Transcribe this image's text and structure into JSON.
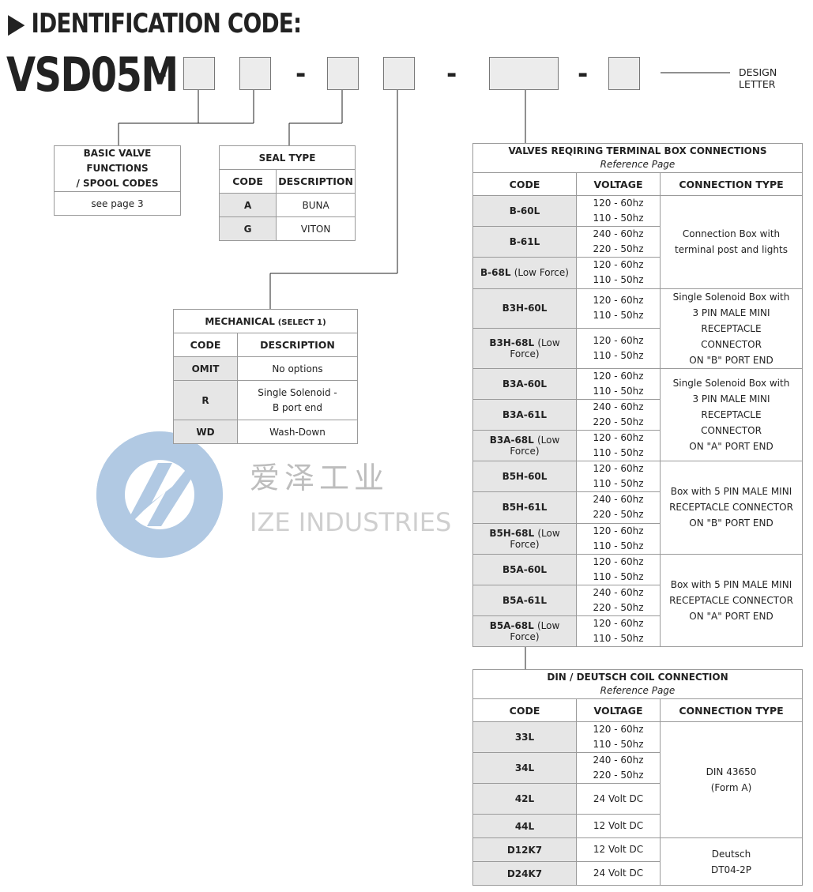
{
  "header": {
    "title": "IDENTIFICATION CODE:",
    "model": "VSD05M",
    "dash": "-",
    "design_letter": "DESIGN LETTER"
  },
  "basic": {
    "title_line1": "BASIC VALVE FUNCTIONS",
    "title_line2": "/ SPOOL CODES",
    "note": "see page 3"
  },
  "seal": {
    "title": "SEAL TYPE",
    "col_code": "CODE",
    "col_desc": "DESCRIPTION",
    "rows": [
      {
        "code": "A",
        "desc": "BUNA"
      },
      {
        "code": "G",
        "desc": "VITON"
      }
    ]
  },
  "mechanical": {
    "title": "MECHANICAL",
    "title_note": "(SELECT 1)",
    "col_code": "CODE",
    "col_desc": "DESCRIPTION",
    "rows": [
      {
        "code": "OMIT",
        "desc1": "No options",
        "desc2": ""
      },
      {
        "code": "R",
        "desc1": "Single Solenoid -",
        "desc2": "B port end"
      },
      {
        "code": "WD",
        "desc1": "Wash-Down",
        "desc2": ""
      }
    ]
  },
  "terminal": {
    "title": "VALVES REQIRING TERMINAL BOX CONNECTIONS",
    "subtitle": "Reference Page",
    "col_code": "CODE",
    "col_voltage": "VOLTAGE",
    "col_conn": "CONNECTION TYPE",
    "rows": [
      {
        "code": "B-60L",
        "suffix": "",
        "v1": "120 - 60hz",
        "v2": "110 - 50hz"
      },
      {
        "code": "B-61L",
        "suffix": "",
        "v1": "240 - 60hz",
        "v2": "220 - 50hz"
      },
      {
        "code": "B-68L",
        "suffix": "(Low Force)",
        "v1": "120 - 60hz",
        "v2": "110 - 50hz"
      },
      {
        "code": "B3H-60L",
        "suffix": "",
        "v1": "120 - 60hz",
        "v2": "110 - 50hz"
      },
      {
        "code": "B3H-68L",
        "suffix": "(Low Force)",
        "v1": "120 - 60hz",
        "v2": "110 - 50hz"
      },
      {
        "code": "B3A-60L",
        "suffix": "",
        "v1": "120 - 60hz",
        "v2": "110 - 50hz"
      },
      {
        "code": "B3A-61L",
        "suffix": "",
        "v1": "240 - 60hz",
        "v2": "220 - 50hz"
      },
      {
        "code": "B3A-68L",
        "suffix": "(Low Force)",
        "v1": "120 - 60hz",
        "v2": "110 - 50hz"
      },
      {
        "code": "B5H-60L",
        "suffix": "",
        "v1": "120 - 60hz",
        "v2": "110 - 50hz"
      },
      {
        "code": "B5H-61L",
        "suffix": "",
        "v1": "240 - 60hz",
        "v2": "220 - 50hz"
      },
      {
        "code": "B5H-68L",
        "suffix": "(Low Force)",
        "v1": "120 - 60hz",
        "v2": "110 - 50hz"
      },
      {
        "code": "B5A-60L",
        "suffix": "",
        "v1": "120 - 60hz",
        "v2": "110 - 50hz"
      },
      {
        "code": "B5A-61L",
        "suffix": "",
        "v1": "240 - 60hz",
        "v2": "220 - 50hz"
      },
      {
        "code": "B5A-68L",
        "suffix": "(Low Force)",
        "v1": "120 - 60hz",
        "v2": "110 - 50hz"
      }
    ],
    "groups": [
      [
        "Connection Box with",
        "terminal post and lights"
      ],
      [
        "Single Solenoid Box with",
        "3 PIN MALE MINI RECEPTACLE",
        "CONNECTOR",
        "ON \"B\" PORT END"
      ],
      [
        "Single Solenoid Box with",
        "3 PIN MALE MINI RECEPTACLE",
        "CONNECTOR",
        "ON \"A\" PORT END"
      ],
      [
        "Box with 5 PIN MALE MINI",
        "RECEPTACLE CONNECTOR",
        "ON \"B\" PORT END"
      ],
      [
        "Box with 5 PIN MALE MINI",
        "RECEPTACLE CONNECTOR",
        "ON \"A\" PORT END"
      ]
    ]
  },
  "din": {
    "title": "DIN / DEUTSCH COIL CONNECTION",
    "subtitle": "Reference Page",
    "col_code": "CODE",
    "col_voltage": "VOLTAGE",
    "col_conn": "CONNECTION TYPE",
    "rows": [
      {
        "code": "33L",
        "v1": "120 - 60hz",
        "v2": "110 - 50hz"
      },
      {
        "code": "34L",
        "v1": "240 - 60hz",
        "v2": "220 - 50hz"
      },
      {
        "code": "42L",
        "v1": "24 Volt DC",
        "v2": ""
      },
      {
        "code": "44L",
        "v1": "12 Volt DC",
        "v2": ""
      },
      {
        "code": "D12K7",
        "v1": "12 Volt DC",
        "v2": ""
      },
      {
        "code": "D24K7",
        "v1": "24 Volt DC",
        "v2": ""
      }
    ],
    "groups": [
      [
        "DIN 43650",
        "(Form A)"
      ],
      [
        "Deutsch",
        "DT04-2P"
      ]
    ]
  },
  "watermark": {
    "cn": "爱泽工业",
    "en": "IZE INDUSTRIES"
  }
}
